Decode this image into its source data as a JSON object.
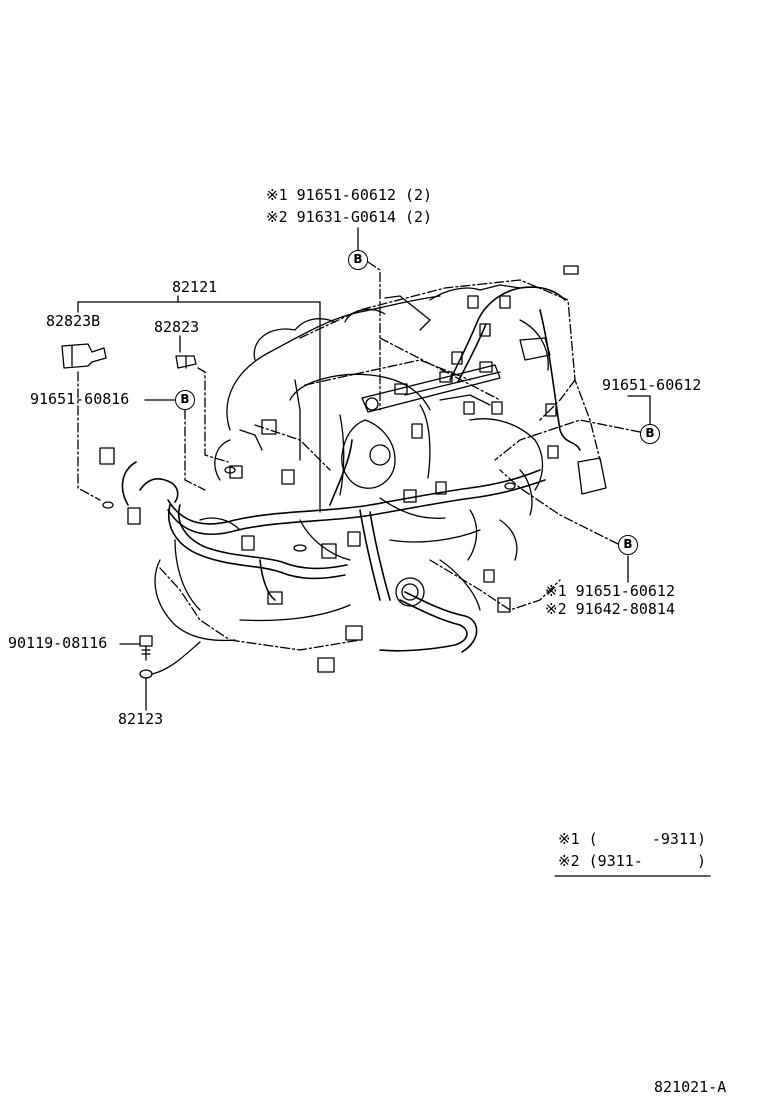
{
  "labels": {
    "note1_top": "※1 91651-60612 (2)",
    "note2_top": "※2 91631-G0614 (2)",
    "p82121": "82121",
    "p82823B": "82823B",
    "p82823": "82823",
    "p9165160816": "91651-60816",
    "p9165160612_right": "91651-60612",
    "note1_bottom": "※1 91651-60612",
    "note2_bottom": "※2 91642-80814",
    "p9011908116": "90119-08116",
    "p82123": "82123",
    "b_marker": "B"
  },
  "legend": {
    "row1": "※1 (      -9311)",
    "row2": "※2 (9311-      )"
  },
  "footer": {
    "diagram_code": "821021-A"
  }
}
